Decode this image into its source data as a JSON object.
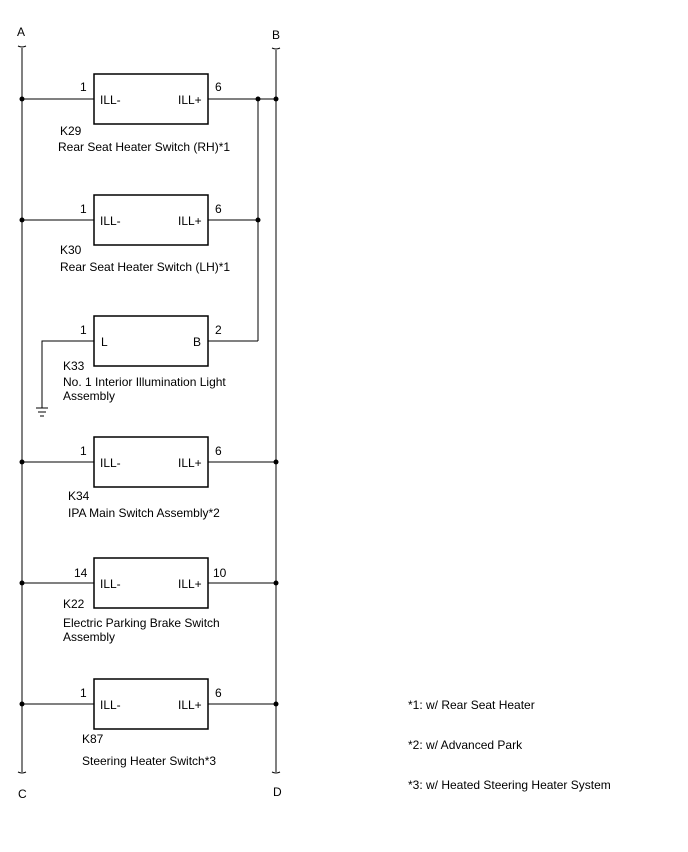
{
  "rails": {
    "top_left": "A",
    "top_right": "B",
    "bottom_left": "C",
    "bottom_right": "D"
  },
  "components": [
    {
      "code": "K29",
      "name": "Rear Seat Heater Switch (RH)*1",
      "name2": "",
      "left_pin": "1",
      "right_pin": "6",
      "left_label": "ILL-",
      "right_label": "ILL+"
    },
    {
      "code": "K30",
      "name": "Rear Seat Heater Switch (LH)*1",
      "name2": "",
      "left_pin": "1",
      "right_pin": "6",
      "left_label": "ILL-",
      "right_label": "ILL+"
    },
    {
      "code": "K33",
      "name": "No. 1 Interior Illumination Light",
      "name2": "Assembly",
      "left_pin": "1",
      "right_pin": "2",
      "left_label": "L",
      "right_label": "B"
    },
    {
      "code": "K34",
      "name": "IPA Main Switch Assembly*2",
      "name2": "",
      "left_pin": "1",
      "right_pin": "6",
      "left_label": "ILL-",
      "right_label": "ILL+"
    },
    {
      "code": "K22",
      "name": "Electric Parking Brake Switch",
      "name2": "Assembly",
      "left_pin": "14",
      "right_pin": "10",
      "left_label": "ILL-",
      "right_label": "ILL+"
    },
    {
      "code": "K87",
      "name": "Steering Heater Switch*3",
      "name2": "",
      "left_pin": "1",
      "right_pin": "6",
      "left_label": "ILL-",
      "right_label": "ILL+"
    }
  ],
  "notes": [
    "*1: w/ Rear Seat Heater",
    "*2: w/ Advanced Park",
    "*3: w/ Heated Steering Heater System"
  ]
}
